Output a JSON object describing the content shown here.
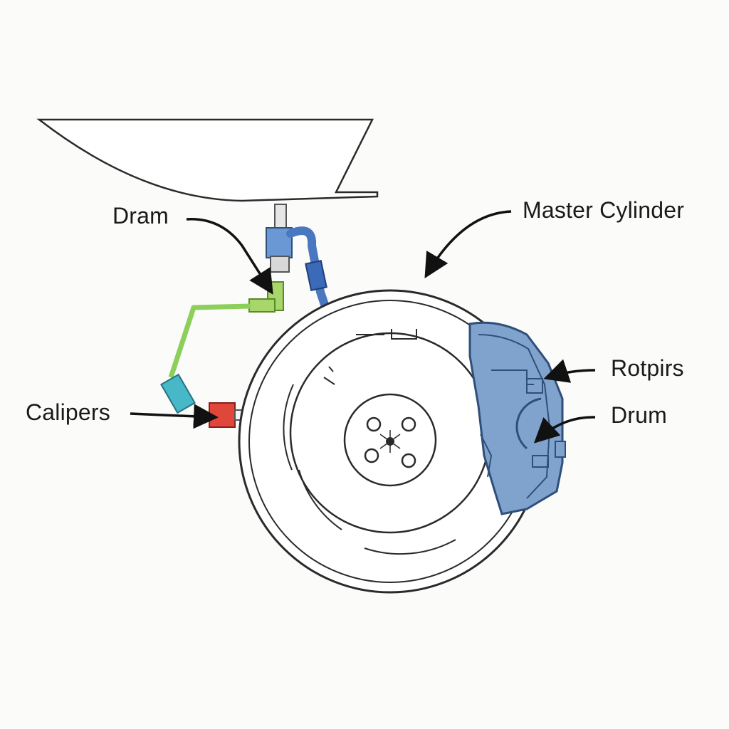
{
  "labels": {
    "dram": "Dram",
    "master_cylinder": "Master Cylinder",
    "calipers": "Calipers",
    "rotpirs": "Rotpirs",
    "drum": "Drum"
  },
  "colors": {
    "outline": "#2a2a2a",
    "green_line": "#8ccf5a",
    "blue_line": "#4a78c0",
    "teal_fitting": "#46b8c8",
    "red_fitting": "#e0463a",
    "caliper_body": "#7fa3cc",
    "caliper_dark": "#2f4f7a"
  }
}
